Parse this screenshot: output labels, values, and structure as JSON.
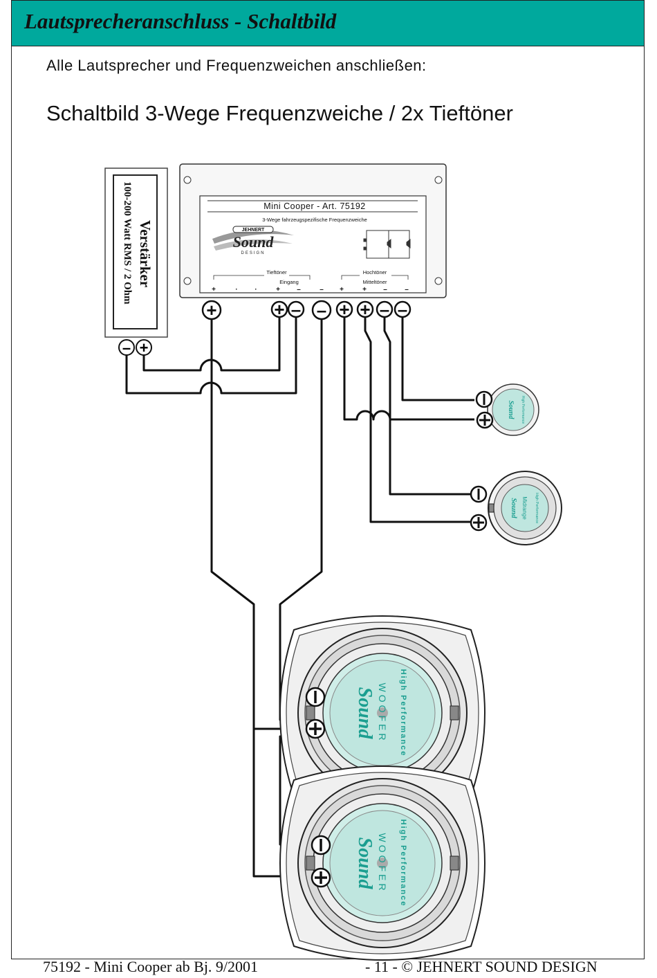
{
  "header": {
    "title": "Lautsprecheranschluss - Schaltbild"
  },
  "intro": "Alle Lautsprecher und Frequenzweichen anschließen:",
  "diagram_title": "Schaltbild 3-Wege Frequenzweiche / 2x Tieftöner",
  "amplifier": {
    "title": "Verstärker",
    "spec": "100-200 Watt RMS / 2 Ohm",
    "minus": "–",
    "plus": "+"
  },
  "crossover": {
    "model": "Mini Cooper - Art. 75192",
    "description": "3-Wege fahrzeugspezifische Frequenzweiche",
    "brand_top": "JEHNERT",
    "brand_main": "Sound",
    "brand_sub": "DESIGN",
    "label_tieftoener": "Tieftöner",
    "label_eingang": "Eingang",
    "label_hochtoener": "Hochtöner",
    "label_mitteltoener": "Mitteltöner",
    "terminal_signs": [
      "+",
      "·",
      "·",
      "+",
      "–",
      "–",
      "+",
      "+",
      "–",
      "–"
    ]
  },
  "terminals": [
    "+",
    "+",
    "–",
    "–",
    "+",
    "+",
    "–",
    "–"
  ],
  "speakers": {
    "tweeter": {
      "brand": "Sound",
      "text": "High Performance"
    },
    "midrange": {
      "brand": "Sound",
      "text": "High Performance",
      "type": "Midrange"
    },
    "woofer_1": {
      "brand": "Sound",
      "text": "High Performance",
      "type": "WOOFER"
    },
    "woofer_2": {
      "brand": "Sound",
      "text": "High Performance",
      "type": "WOOFER"
    }
  },
  "footer": {
    "left": "75192 - Mini Cooper ab Bj. 9/2001",
    "right": "- 11 -  © JEHNERT SOUND DESIGN"
  },
  "colors": {
    "header": "#00a99d",
    "speaker_cone": "#bfe6df",
    "speaker_text": "#1a9e90"
  }
}
